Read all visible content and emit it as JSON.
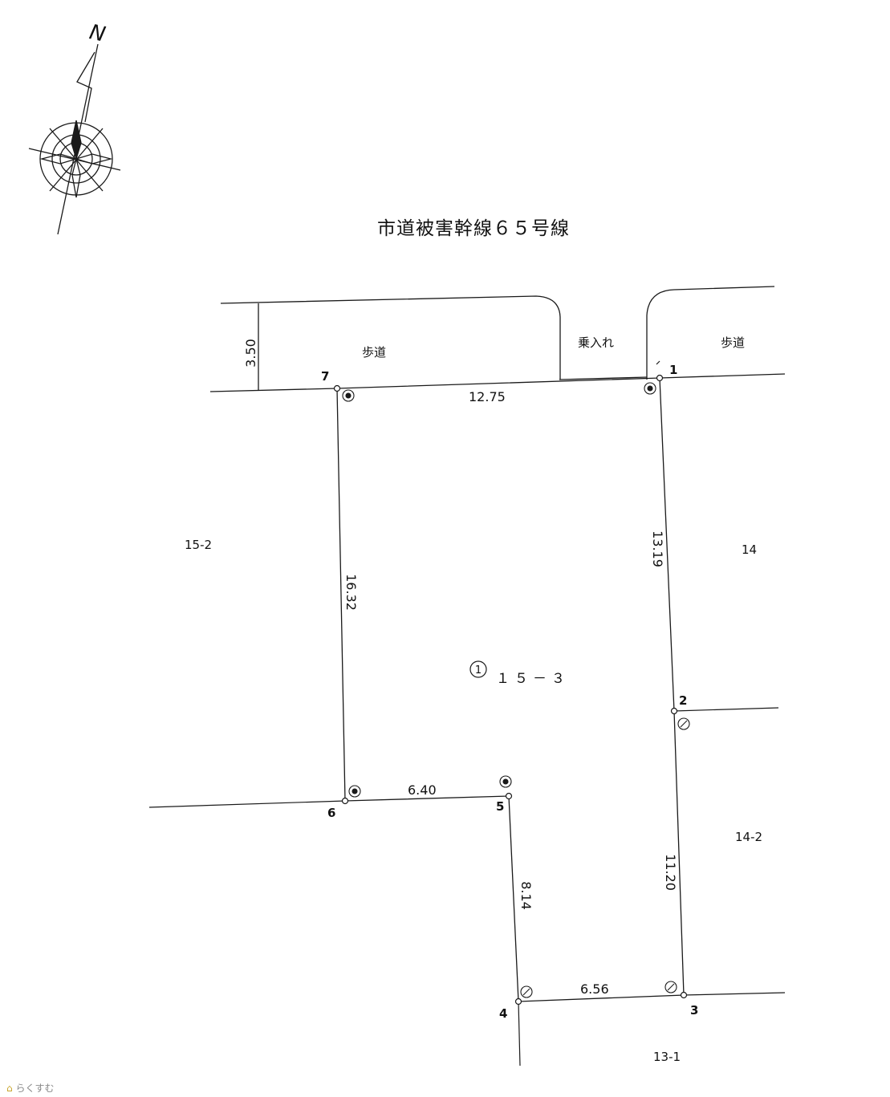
{
  "title": "市道被害幹線６５号線",
  "north_letter": "N",
  "road": {
    "sidewalk_left": "歩道",
    "driveway": "乗入れ",
    "sidewalk_right": "歩道",
    "width": "3.50"
  },
  "parcel": {
    "circle_mark": "1",
    "number": "１５－３"
  },
  "points": [
    "1",
    "2",
    "3",
    "4",
    "5",
    "6",
    "7"
  ],
  "edges": {
    "e7_1": "12.75",
    "e1_2": "13.19",
    "e2_3": "11.20",
    "e3_4": "6.56",
    "e4_5": "8.14",
    "e5_6": "6.40",
    "e6_7": "16.32"
  },
  "neighbors": {
    "west": "15-2",
    "east_upper": "14",
    "east_lower": "14-2",
    "south": "13-1"
  },
  "watermark": "らくすむ",
  "colors": {
    "line": "#1a1a1a",
    "text": "#111111",
    "watermark": "#8a8a8a"
  }
}
